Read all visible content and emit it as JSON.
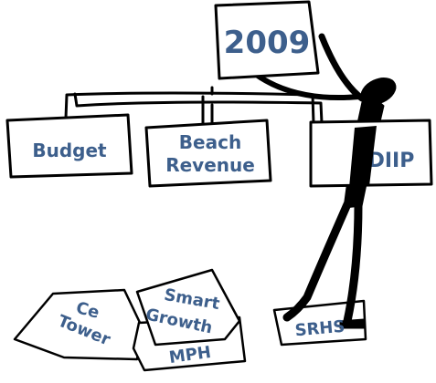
{
  "title_sign": {
    "text": "2009"
  },
  "boxes": [
    {
      "lines": [
        "Budget"
      ]
    },
    {
      "lines": [
        "Beach",
        "Revenue"
      ]
    },
    {
      "lines": [
        "DIIP"
      ]
    }
  ],
  "papers": [
    {
      "lines": [
        "Ce",
        "Tower"
      ]
    },
    {
      "lines": [
        "Smart",
        "Growth"
      ]
    },
    {
      "lines": [
        "MPH"
      ]
    },
    {
      "lines": [
        "SRHS"
      ]
    }
  ],
  "colors": {
    "label": "#3d5f8c",
    "outline": "#000000",
    "figure": "#000000"
  }
}
